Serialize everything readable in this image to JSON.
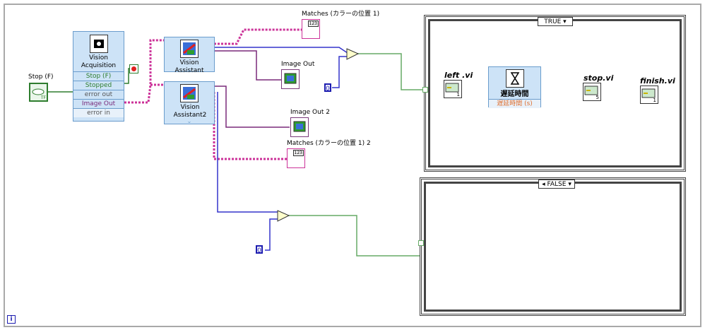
{
  "controls": {
    "stop_label": "Stop (F)",
    "stop_badge": "TF"
  },
  "vision_acquisition": {
    "title": "Vision Acquisition",
    "terminals": [
      "Stop (F)",
      "Stopped",
      "error out",
      "Image Out",
      "error in"
    ]
  },
  "vision_assistant": {
    "title": "Vision Assistant"
  },
  "vision_assistant2": {
    "title": "Vision Assistant2"
  },
  "indicators": {
    "matches1": "Matches (カラーの位置 1)",
    "image_out": "Image Out",
    "image_out2": "Image Out 2",
    "matches2": "Matches (カラーの位置 1) 2",
    "array_badge": "123"
  },
  "constants": {
    "zero1": "0",
    "zero2": "0"
  },
  "case_true": {
    "selector": "TRUE",
    "left_vi": "left .vi",
    "delay_title": "遅延時間",
    "delay_input": "遅延時間 (s)",
    "stop_vi": "stop.vi",
    "finish_vi": "finish.vi",
    "left_num": "1",
    "stop_num": "5",
    "finish_num": "1"
  },
  "case_false": {
    "selector": "FALSE"
  },
  "info_icon": "i",
  "colors": {
    "image_wire": "#cc3399",
    "numeric_wire": "#3333cc",
    "bool_wire": "#66aa66",
    "error_wire": "#c8b400",
    "express_bg": "#cde3f7"
  }
}
